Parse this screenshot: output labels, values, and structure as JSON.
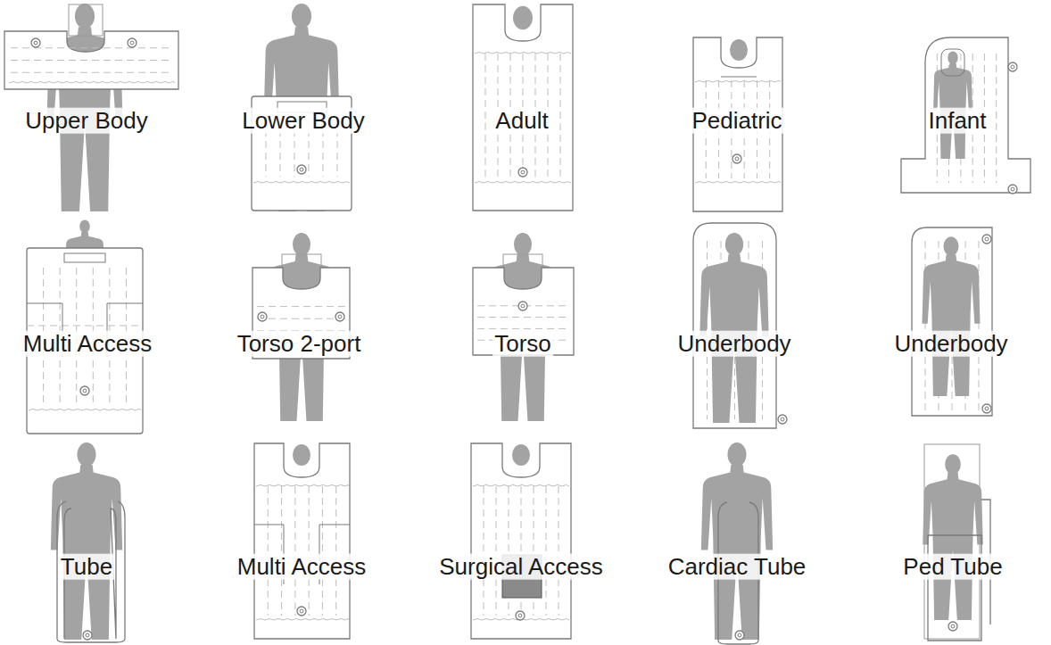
{
  "diagram": {
    "labels": [
      "Upper Body",
      "Lower Body",
      "Adult",
      "Pediatric",
      "Infant",
      "Multi Access",
      "Torso 2-port",
      "Torso",
      "Underbody",
      "Underbody",
      "Tube",
      "Multi Access",
      "Surgical Access",
      "Cardiac Tube",
      "Ped Tube"
    ]
  }
}
